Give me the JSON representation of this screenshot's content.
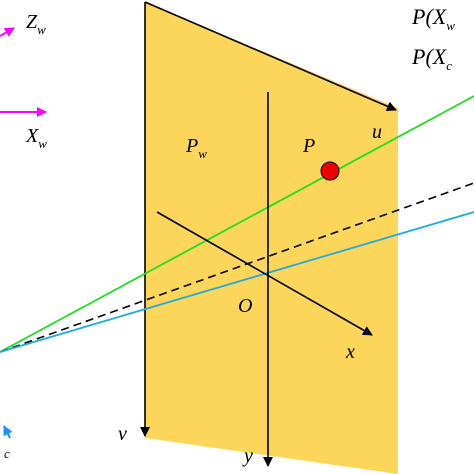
{
  "labels": {
    "zw": "Z",
    "zw_sub": "w",
    "xw": "X",
    "xw_sub": "w",
    "c_sub": "c",
    "pw": "P",
    "pw_sub": "w",
    "p_point": "P",
    "u_axis": "u",
    "v_axis": "v",
    "x_axis": "x",
    "y_axis": "y",
    "origin": "O",
    "eq1_lead": "P(X",
    "eq1_sub": "w",
    "eq2_lead": "P(X",
    "eq2_sub": "c"
  },
  "colors": {
    "plane_fill": "#fcd65a",
    "green_ray": "#22dd22",
    "blue_ray": "#22aadd",
    "magenta_axis": "#ff00ff",
    "blue_axis": "#1e90ff",
    "point_fill": "#ee0000",
    "line": "#000000"
  }
}
